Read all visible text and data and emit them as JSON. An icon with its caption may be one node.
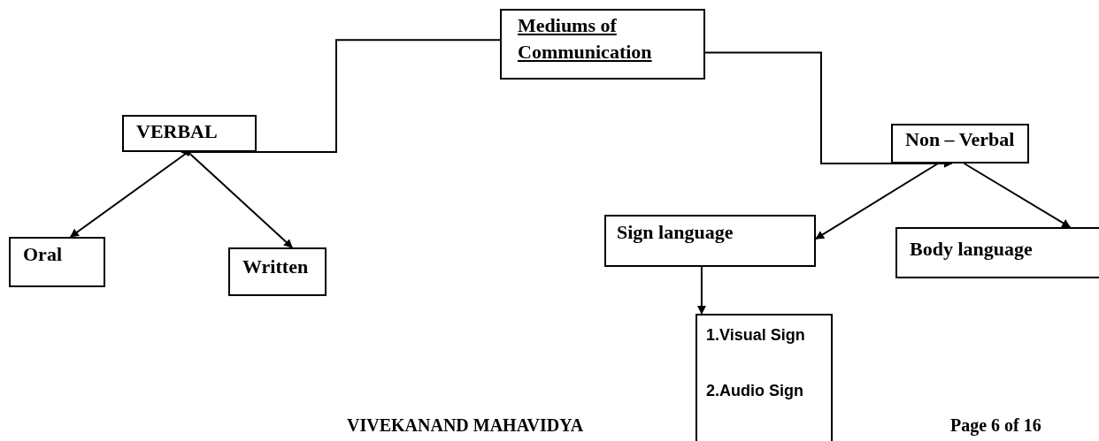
{
  "diagram": {
    "nodes": [
      {
        "text": [
          "Mediums of Communication"
        ]
      },
      {
        "text": [
          "VERBAL"
        ]
      },
      {
        "text": [
          "Non – Verbal"
        ]
      },
      {
        "text": [
          "Oral"
        ]
      },
      {
        "text": [
          "Written"
        ]
      },
      {
        "text": [
          "Sign language"
        ]
      },
      {
        "text": [
          "Body language"
        ]
      },
      {
        "text": [
          "1.Visual Sign",
          "2.Audio Sign"
        ]
      }
    ],
    "edges": [
      {
        "from": 0,
        "to": 1,
        "arrow": "to"
      },
      {
        "from": 0,
        "to": 2,
        "arrow": "to"
      },
      {
        "from": 1,
        "to": 3,
        "arrow": "to"
      },
      {
        "from": 1,
        "to": 4,
        "arrow": "to"
      },
      {
        "from": 2,
        "to": 5,
        "arrow": "to"
      },
      {
        "from": 2,
        "to": 6,
        "arrow": "to"
      },
      {
        "from": 5,
        "to": 7,
        "arrow": "to"
      }
    ],
    "labels": [
      "VIVEKANAND MAHAVIDYA",
      "Page 6 of 16"
    ]
  }
}
